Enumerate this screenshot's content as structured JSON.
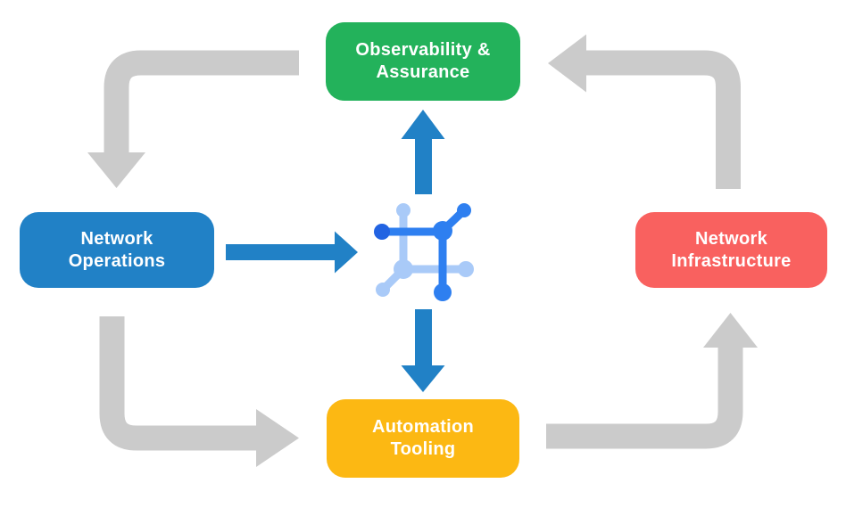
{
  "diagram": {
    "background": "#FFFFFF",
    "text_color": "#FFFFFF",
    "nodes": {
      "observability": {
        "line1": "Observability &",
        "line2": "Assurance",
        "color": "#23B25B"
      },
      "operations": {
        "line1": "Network",
        "line2": "Operations",
        "color": "#2181C6"
      },
      "infrastructure": {
        "line1": "Network",
        "line2": "Infrastructure",
        "color": "#F9615F"
      },
      "automation": {
        "line1": "Automation",
        "line2": "Tooling",
        "color": "#FCB813"
      }
    },
    "arrows": {
      "gray_color": "#CBCBCB",
      "blue_color": "#2181C6",
      "gray_flow": [
        "observability-to-operations",
        "infrastructure-to-observability",
        "operations-to-automation",
        "automation-to-infrastructure"
      ],
      "blue_flow": [
        "operations-to-center-icon",
        "center-icon-to-observability",
        "center-icon-to-automation"
      ]
    },
    "center_icon": {
      "name": "network-fabric-icon",
      "light": "#A9CAF8",
      "bright": "#2E7FF0",
      "deep": "#2263E2"
    }
  }
}
